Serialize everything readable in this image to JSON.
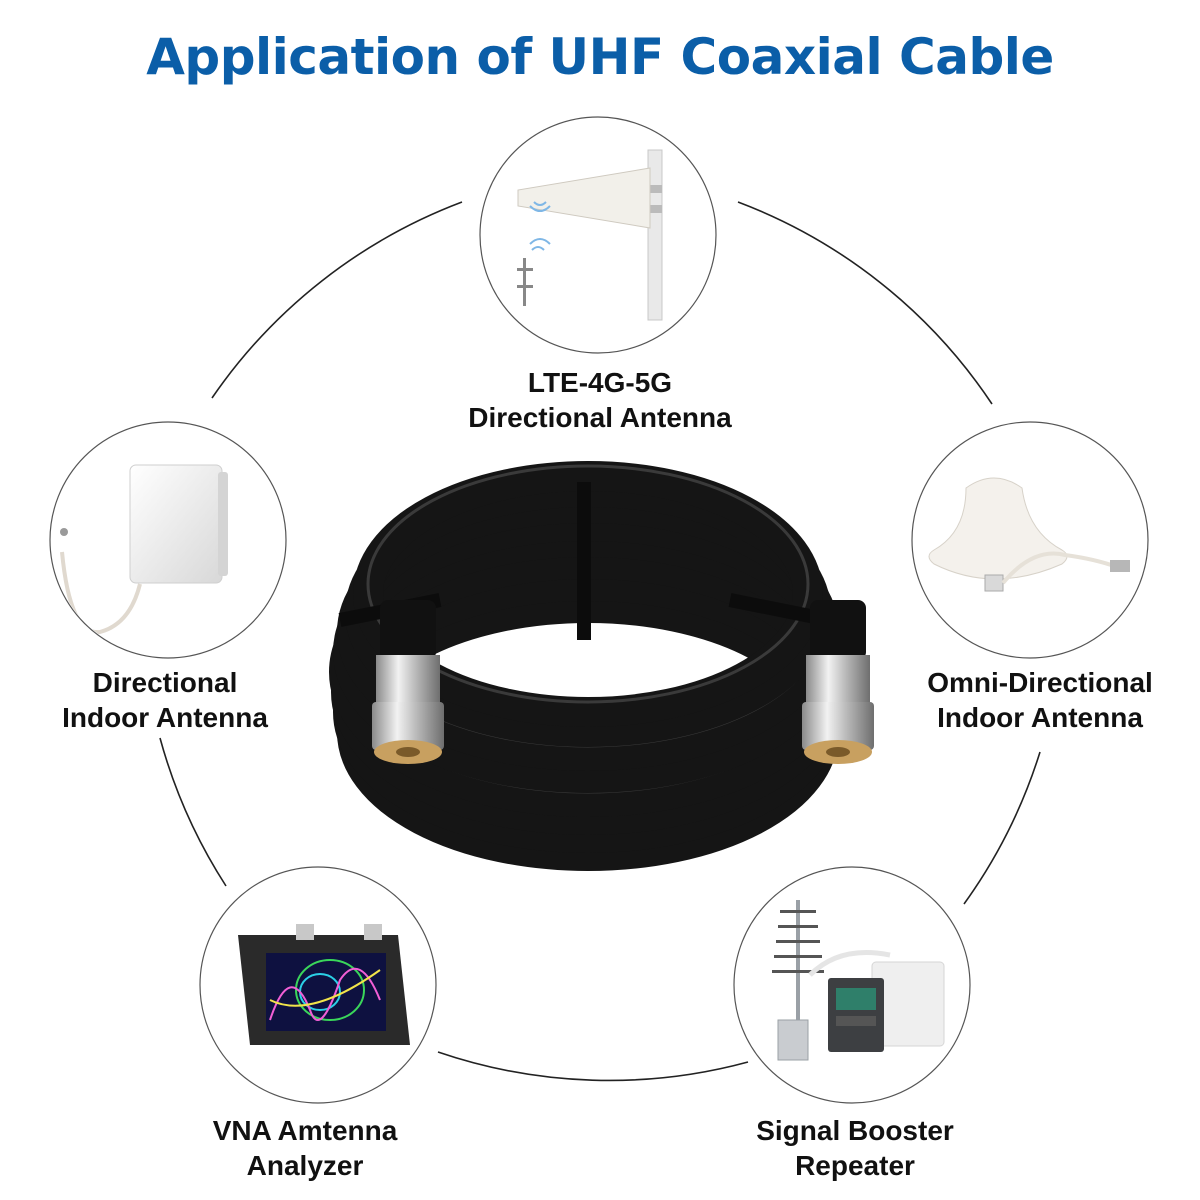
{
  "title": "Application of UHF Coaxial Cable",
  "colors": {
    "title": "#0b5ea8",
    "text": "#111111",
    "ring_line": "#222222",
    "circle_border": "#444444",
    "cable": "#151515"
  },
  "applications": [
    {
      "id": "lte",
      "line1": "LTE-4G-5G",
      "line2": "Directional Antenna",
      "icon": "log-periodic-antenna-icon"
    },
    {
      "id": "dir-indoor",
      "line1": "Directional",
      "line2": "Indoor Antenna",
      "icon": "panel-antenna-icon"
    },
    {
      "id": "omni-indoor",
      "line1": "Omni-Directional",
      "line2": "Indoor Antenna",
      "icon": "ceiling-dome-antenna-icon"
    },
    {
      "id": "vna",
      "line1": "VNA Amtenna",
      "line2": "Analyzer",
      "icon": "vna-analyzer-icon"
    },
    {
      "id": "booster",
      "line1": "Signal Booster",
      "line2": "Repeater",
      "icon": "signal-booster-kit-icon"
    }
  ],
  "center_icon": "coaxial-cable-coil-icon"
}
